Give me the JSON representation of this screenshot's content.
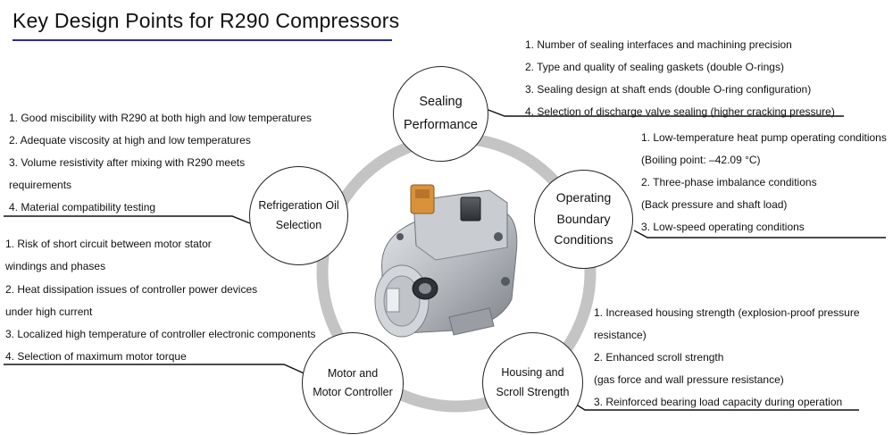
{
  "title": "Key Design Points for R290 Compressors",
  "center_image": "electric-scroll-compressor-photo",
  "colors": {
    "title_rule": "#2a2f86",
    "ring": "#c4c4c4",
    "lines": "#111111"
  },
  "nodes": {
    "sealing": {
      "line1": "Sealing",
      "line2": "Performance"
    },
    "operating": {
      "line1": "Operating",
      "line2": "Boundary",
      "line3": "Conditions"
    },
    "refrigeration_oil": {
      "line1": "Refrigeration Oil",
      "line2": "Selection"
    },
    "motor": {
      "line1": "Motor and",
      "line2": "Motor Controller"
    },
    "housing": {
      "line1": "Housing and",
      "line2": "Scroll Strength"
    }
  },
  "points": {
    "sealing": [
      "1. Number of sealing interfaces and machining precision",
      "2. Type and quality of sealing gaskets (double O-rings)",
      "3. Sealing design at shaft ends (double O-ring configuration)",
      "4. Selection of discharge valve sealing (higher cracking pressure)"
    ],
    "operating": [
      "1. Low-temperature heat pump operating conditions",
      "(Boiling point: –42.09 °C)",
      "2. Three-phase imbalance conditions",
      "(Back pressure and shaft load)",
      "3. Low-speed operating conditions"
    ],
    "refrigeration_oil": [
      "1. Good miscibility with R290 at both high and low temperatures",
      "2. Adequate viscosity at high and low temperatures",
      "3. Volume resistivity after mixing with R290 meets",
      "requirements",
      "4. Material compatibility testing"
    ],
    "motor": [
      "1. Risk of short circuit between motor stator",
      "windings and phases",
      "2. Heat dissipation issues of controller power devices",
      "under high current",
      "3. Localized high temperature of controller electronic components",
      "4. Selection of maximum motor torque"
    ],
    "housing": [
      "1. Increased housing strength (explosion-proof pressure",
      "resistance)",
      "2. Enhanced scroll strength",
      "(gas force and wall pressure resistance)",
      "3. Reinforced bearing load capacity during operation"
    ]
  }
}
